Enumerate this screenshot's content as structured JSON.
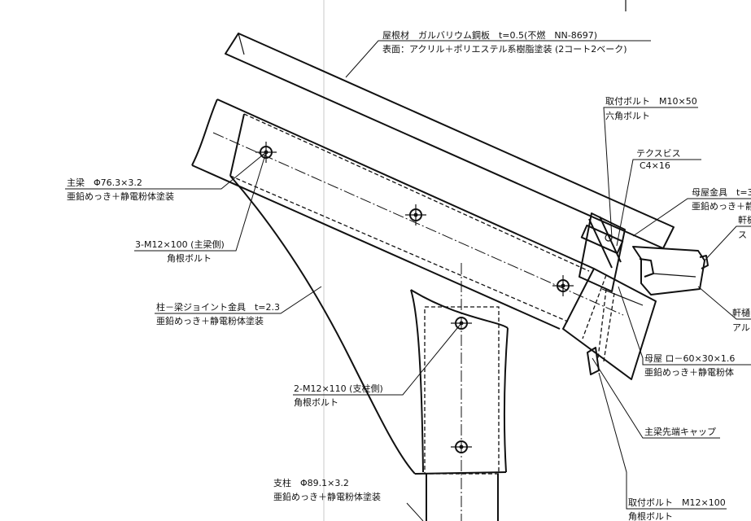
{
  "roof_material": {
    "line1": "屋根材　ガルバリウム鋼板　t=0.5(不燃　NN-8697)",
    "line2": "表面：アクリル＋ポリエステル系樹脂塗装 (2コート2ベーク)"
  },
  "bolt_m10": {
    "line1": "取付ボルト　M10×50",
    "line2": "六角ボルト"
  },
  "tex_screw": {
    "line1": "テクスビス",
    "line2": "C4×16"
  },
  "purlin_fitting": {
    "line1": "母屋金具　t=3",
    "line2": "亜鉛めっき＋静"
  },
  "eaves_gutter": {
    "line1": "軒樋",
    "line2": "ス"
  },
  "eaves_gutter2": {
    "line1": "軒樋",
    "line2": "アル"
  },
  "main_beam": {
    "line1": "主梁　Φ76.3×3.2",
    "line2": "亜鉛めっき＋静電粉体塗装"
  },
  "bolt_3m12": {
    "line1": "3-M12×100 (主梁側)",
    "line2": "角根ボルト"
  },
  "joint_fitting": {
    "line1": "柱－梁ジョイント金具　t=2.3",
    "line2": "亜鉛めっき＋静電粉体塗装"
  },
  "bolt_2m12": {
    "line1": "2-M12×110 (支柱側)",
    "line2": "角根ボルト"
  },
  "purlin": {
    "line1": "母屋 ロ－60×30×1.6",
    "line2": "亜鉛めっき＋静電粉体"
  },
  "end_cap": {
    "line1": "主梁先端キャップ"
  },
  "post": {
    "line1": "支柱　Φ89.1×3.2",
    "line2": "亜鉛めっき＋静電粉体塗装"
  },
  "bolt_m12": {
    "line1": "取付ボルト　M12×100",
    "line2": "角根ボルト"
  }
}
